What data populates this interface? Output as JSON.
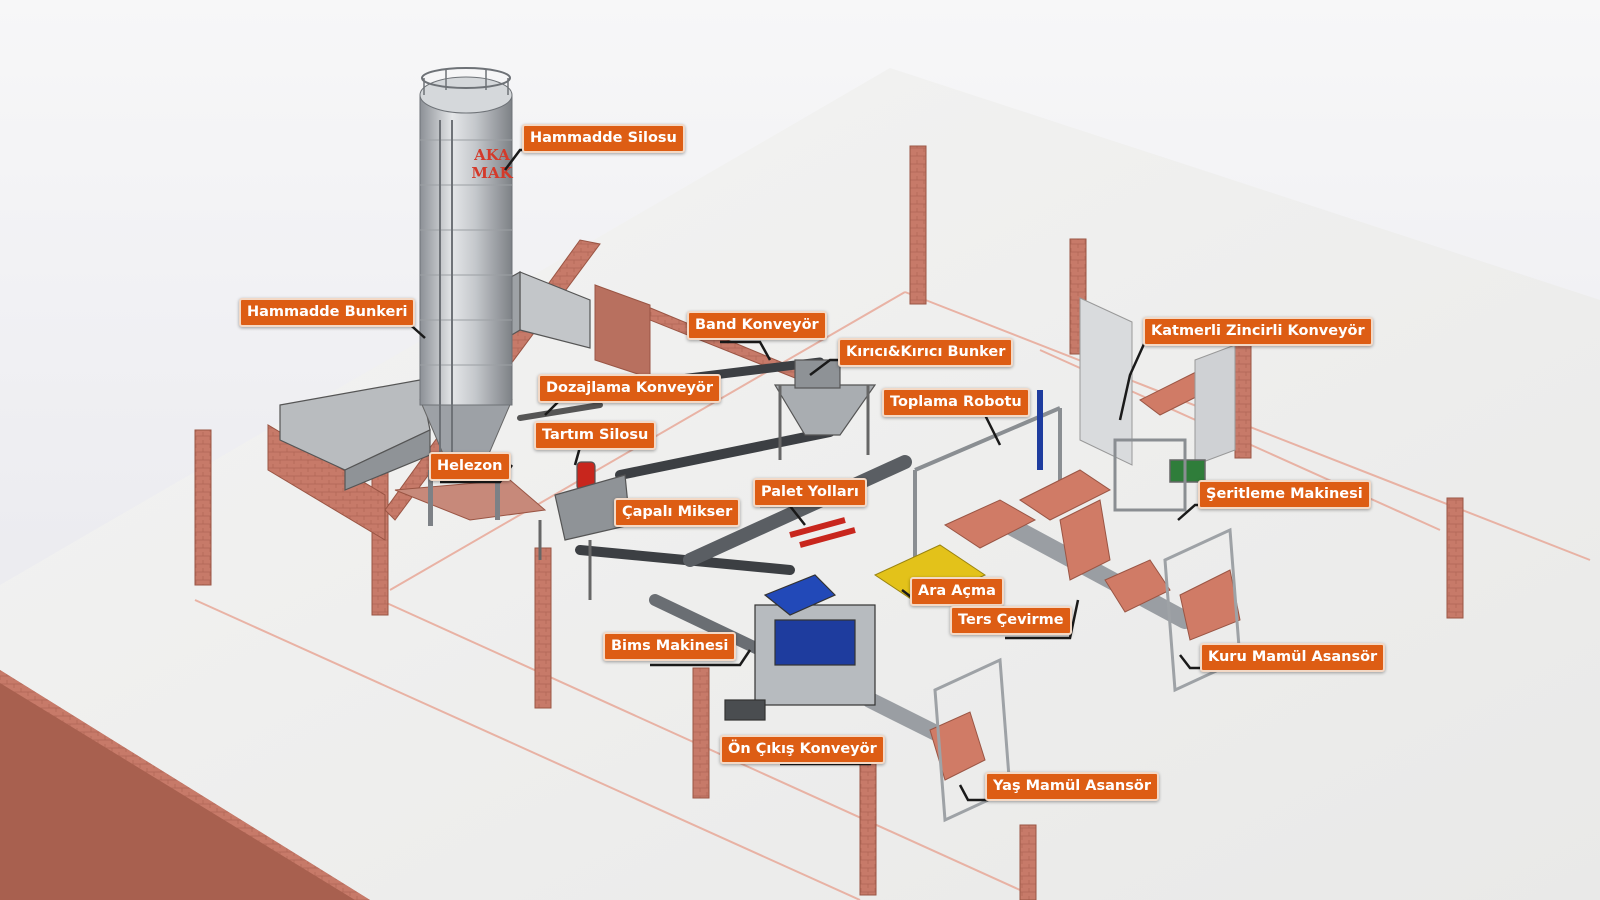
{
  "diagram": {
    "silo_lettering": [
      "AKA",
      "MAK"
    ],
    "colors": {
      "label_background": "#dd5d14",
      "label_text": "#ffffff",
      "leader_line": "#1a1a1a",
      "brick_wall": "#c97b6b",
      "floor": "#efefee"
    },
    "labels": {
      "hammadde_silosu": "Hammadde Silosu",
      "hammadde_bunkeri": "Hammadde Bunkeri",
      "band_konveyor": "Band Konveyör",
      "kirici_bunker": "Kırıcı&Kırıcı Bunker",
      "katmerli_konveyor": "Katmerli Zincirli Konveyör",
      "dozajlama_konveyor": "Dozajlama Konveyör",
      "toplama_robotu": "Toplama Robotu",
      "tartim_silosu": "Tartım Silosu",
      "helezon": "Helezon",
      "palet_yollari": "Palet Yolları",
      "seritleme_makinesi": "Şeritleme Makinesi",
      "capali_mikser": "Çapalı Mikser",
      "ara_acma": "Ara Açma",
      "ters_cevirme": "Ters Çevirme",
      "bims_makinesi": "Bims Makinesi",
      "kuru_mamul_asansor": "Kuru Mamül Asansör",
      "on_cikis_konveyor": "Ön Çıkış Konveyör",
      "yas_mamul_asansor": "Yaş Mamül Asansör"
    }
  }
}
